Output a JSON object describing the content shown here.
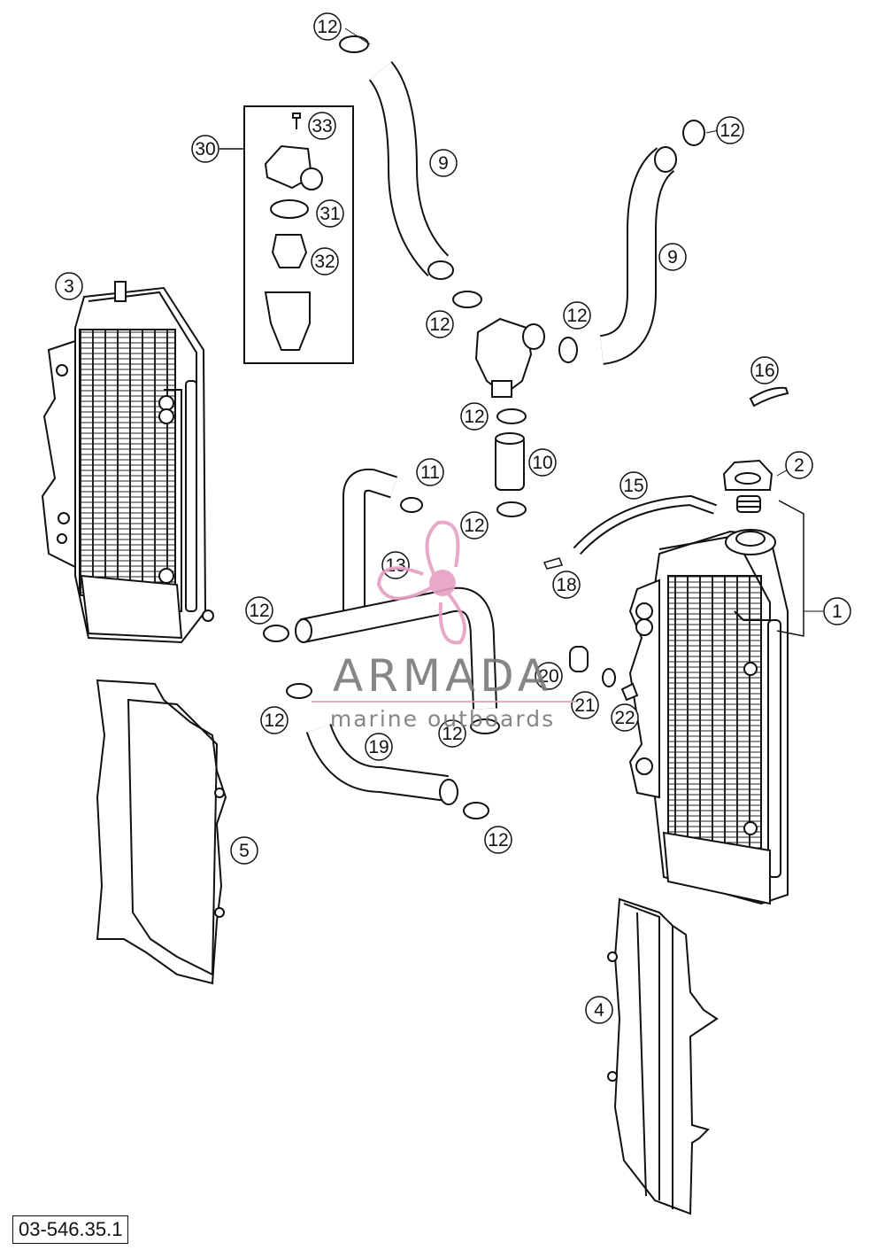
{
  "diagram": {
    "drawing_code": "03-546.35.1",
    "watermark": {
      "title": "ARMADA",
      "subtitle": "marine outboards"
    },
    "callouts": [
      {
        "id": "c12a",
        "label": "12"
      },
      {
        "id": "c9a",
        "label": "9"
      },
      {
        "id": "c12b",
        "label": "12"
      },
      {
        "id": "c9b",
        "label": "9"
      },
      {
        "id": "c30",
        "label": "30"
      },
      {
        "id": "c33",
        "label": "33"
      },
      {
        "id": "c31",
        "label": "31"
      },
      {
        "id": "c32",
        "label": "32"
      },
      {
        "id": "c3",
        "label": "3"
      },
      {
        "id": "c12c",
        "label": "12"
      },
      {
        "id": "c12d",
        "label": "12"
      },
      {
        "id": "c16",
        "label": "16"
      },
      {
        "id": "c12e",
        "label": "12"
      },
      {
        "id": "c11",
        "label": "11"
      },
      {
        "id": "c10",
        "label": "10"
      },
      {
        "id": "c15",
        "label": "15"
      },
      {
        "id": "c2",
        "label": "2"
      },
      {
        "id": "c12f",
        "label": "12"
      },
      {
        "id": "c13",
        "label": "13"
      },
      {
        "id": "c18",
        "label": "18"
      },
      {
        "id": "c1",
        "label": "1"
      },
      {
        "id": "c12g",
        "label": "12"
      },
      {
        "id": "c20",
        "label": "20"
      },
      {
        "id": "c21",
        "label": "21"
      },
      {
        "id": "c22",
        "label": "22"
      },
      {
        "id": "c12h",
        "label": "12"
      },
      {
        "id": "c12i",
        "label": "12"
      },
      {
        "id": "c19",
        "label": "19"
      },
      {
        "id": "c12j",
        "label": "12"
      },
      {
        "id": "c5",
        "label": "5"
      },
      {
        "id": "c4",
        "label": "4"
      }
    ],
    "colors": {
      "line": "#111111",
      "watermark_gray": "#7a7a7a",
      "watermark_pink": "#e6a0c4"
    }
  }
}
